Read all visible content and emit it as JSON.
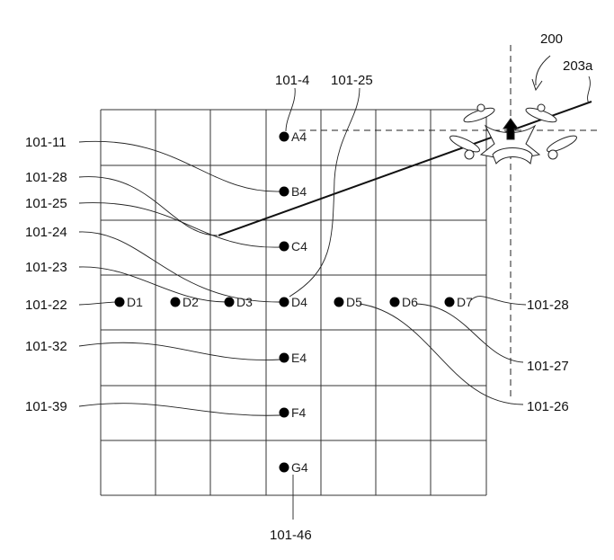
{
  "figure": {
    "drone_label": "200",
    "line_label": "203a",
    "top_labels": [
      "101-4",
      "101-25"
    ],
    "left_labels": [
      "101-11",
      "101-28",
      "101-25",
      "101-24",
      "101-23",
      "101-22",
      "101-32",
      "101-39"
    ],
    "right_labels": [
      "101-28",
      "101-27",
      "101-26"
    ],
    "bottom_label": "101-46",
    "column_markers": [
      "A4",
      "B4",
      "C4",
      "D4",
      "E4",
      "F4",
      "G4"
    ],
    "row_markers": [
      "D1",
      "D2",
      "D3",
      "D5",
      "D6",
      "D7"
    ]
  }
}
